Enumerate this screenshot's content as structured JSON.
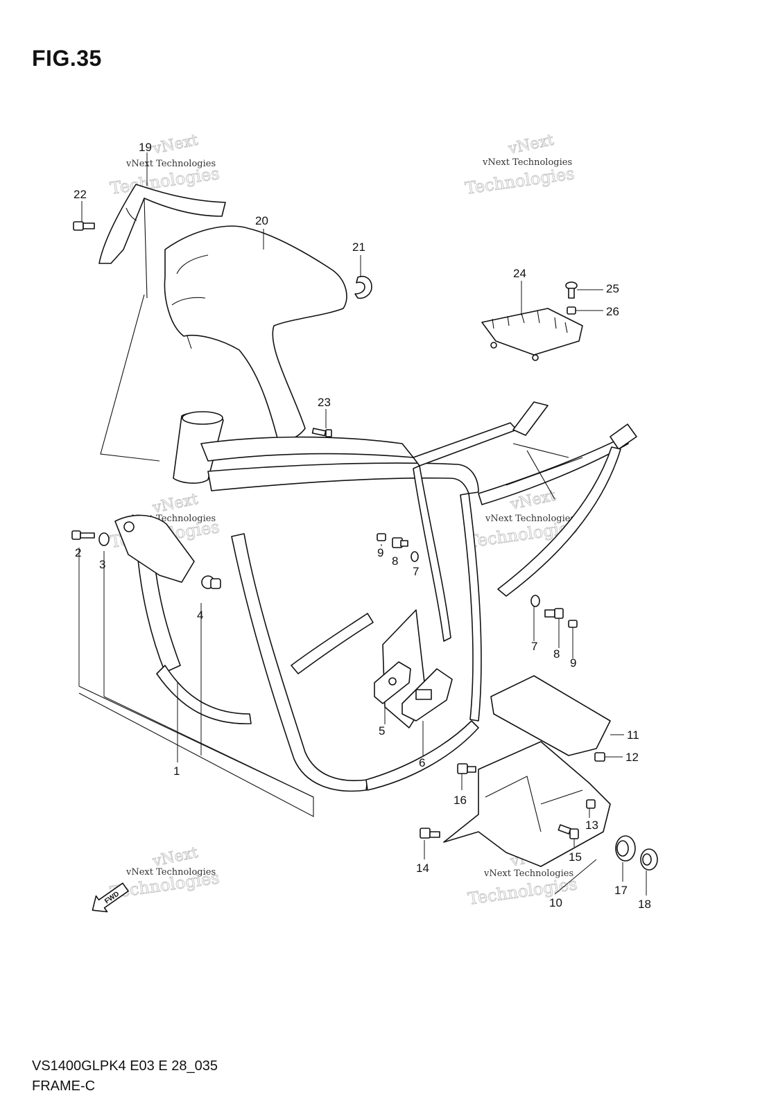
{
  "figure": {
    "title": "FIG.35",
    "code": "VS1400GLPK4 E03 E 28_035",
    "name": "FRAME-C"
  },
  "watermark": {
    "line1": "vNext",
    "line2": "vNext Technologies",
    "line3": "Technologies"
  },
  "fwd_label": "FWD",
  "callouts": [
    {
      "id": "c19",
      "label": "19"
    },
    {
      "id": "c22",
      "label": "22"
    },
    {
      "id": "c20",
      "label": "20"
    },
    {
      "id": "c21",
      "label": "21"
    },
    {
      "id": "c24",
      "label": "24"
    },
    {
      "id": "c25",
      "label": "25"
    },
    {
      "id": "c26",
      "label": "26"
    },
    {
      "id": "c23",
      "label": "23"
    },
    {
      "id": "c2",
      "label": "2"
    },
    {
      "id": "c3",
      "label": "3"
    },
    {
      "id": "c9a",
      "label": "9"
    },
    {
      "id": "c8a",
      "label": "8"
    },
    {
      "id": "c7a",
      "label": "7"
    },
    {
      "id": "c4",
      "label": "4"
    },
    {
      "id": "c7b",
      "label": "7"
    },
    {
      "id": "c8b",
      "label": "8"
    },
    {
      "id": "c9b",
      "label": "9"
    },
    {
      "id": "c5",
      "label": "5"
    },
    {
      "id": "c6",
      "label": "6"
    },
    {
      "id": "c1",
      "label": "1"
    },
    {
      "id": "c11",
      "label": "11"
    },
    {
      "id": "c12",
      "label": "12"
    },
    {
      "id": "c16",
      "label": "16"
    },
    {
      "id": "c13",
      "label": "13"
    },
    {
      "id": "c14",
      "label": "14"
    },
    {
      "id": "c15",
      "label": "15"
    },
    {
      "id": "c10",
      "label": "10"
    },
    {
      "id": "c17",
      "label": "17"
    },
    {
      "id": "c18",
      "label": "18"
    }
  ]
}
